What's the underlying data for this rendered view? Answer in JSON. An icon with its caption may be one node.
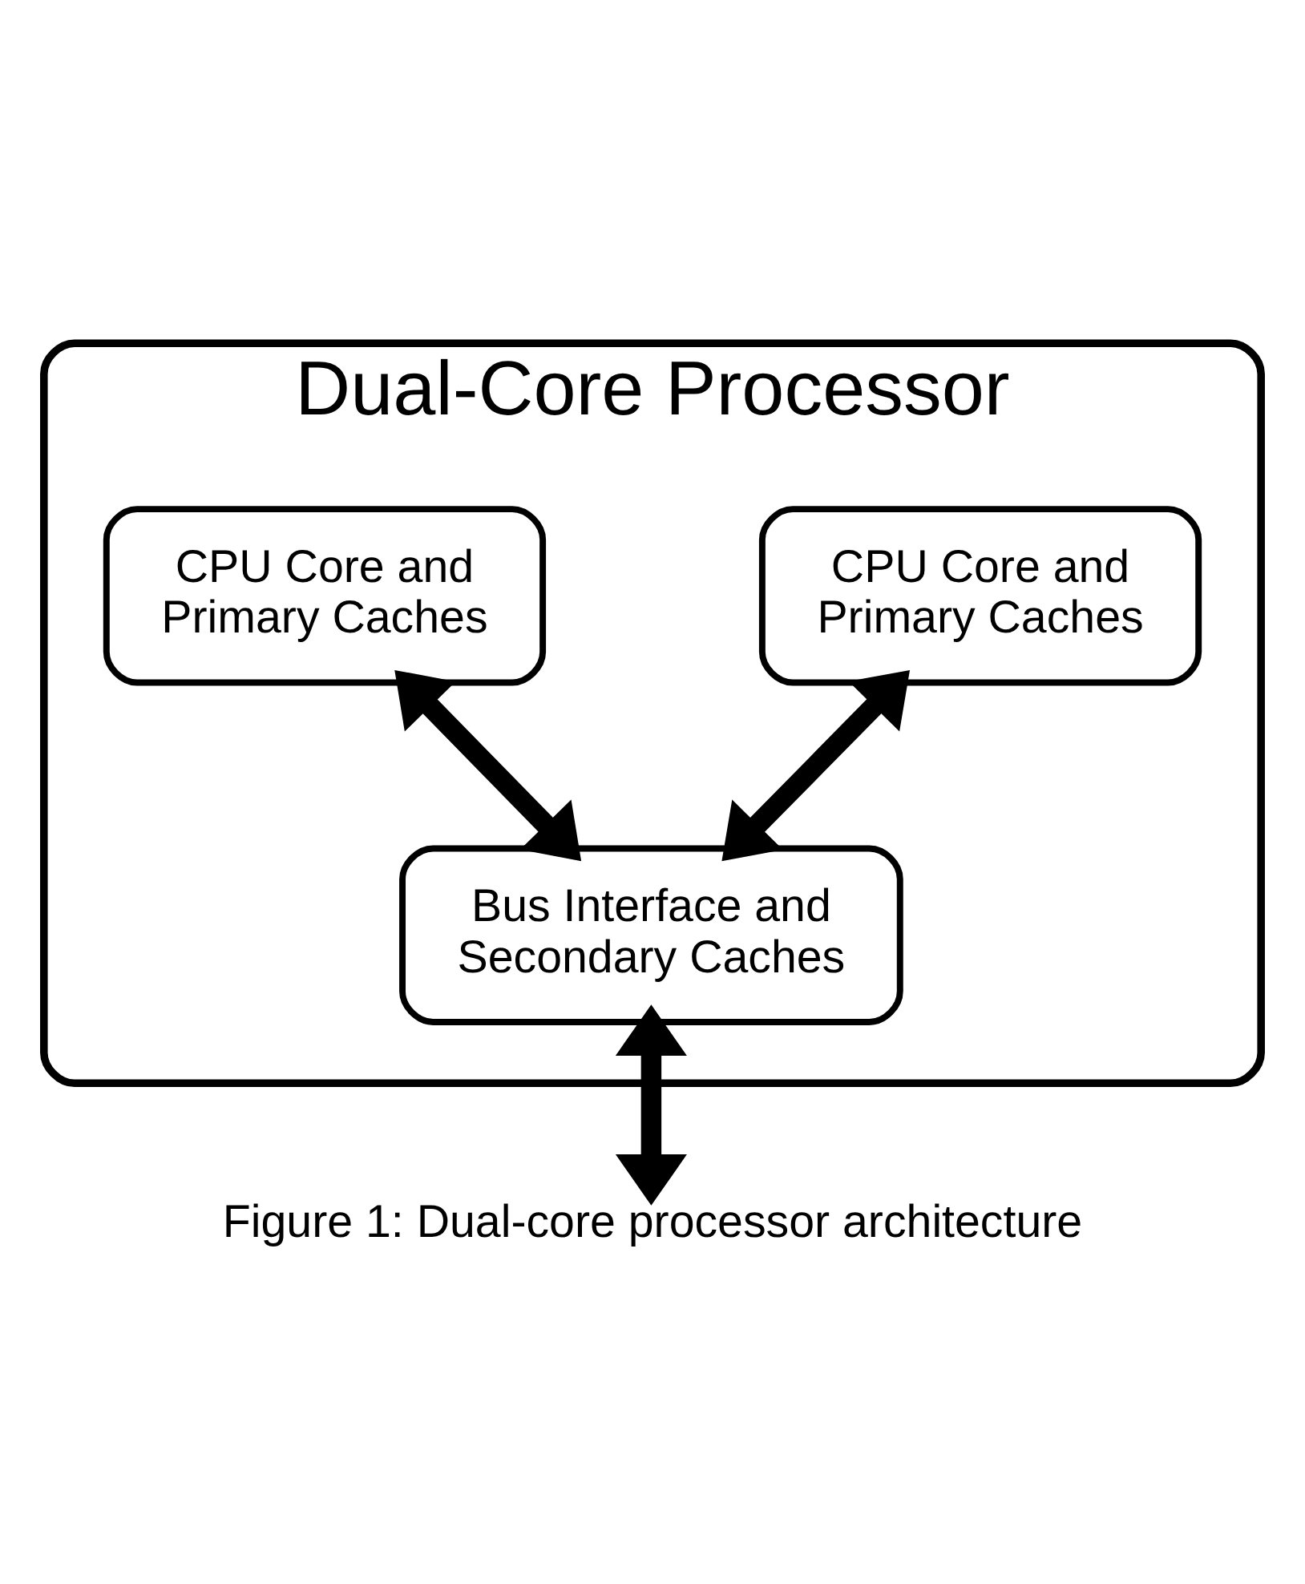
{
  "diagram": {
    "caption": "Figure 1: Dual-core processor architecture",
    "nodes": [
      {
        "text": [
          "Dual-Core Processor"
        ]
      },
      {
        "text": [
          "CPU Core and Primary Caches"
        ],
        "in": 0
      },
      {
        "text": [
          "CPU Core and Primary Caches"
        ],
        "in": 0
      },
      {
        "text": [
          "Bus Interface and Secondary Caches"
        ],
        "in": 0
      }
    ],
    "edges": [
      {
        "from": 1,
        "to": 3,
        "arrow": "both"
      },
      {
        "from": 2,
        "to": 3,
        "arrow": "both"
      },
      {
        "from": 3,
        "to": null,
        "arrow": "both"
      }
    ]
  }
}
